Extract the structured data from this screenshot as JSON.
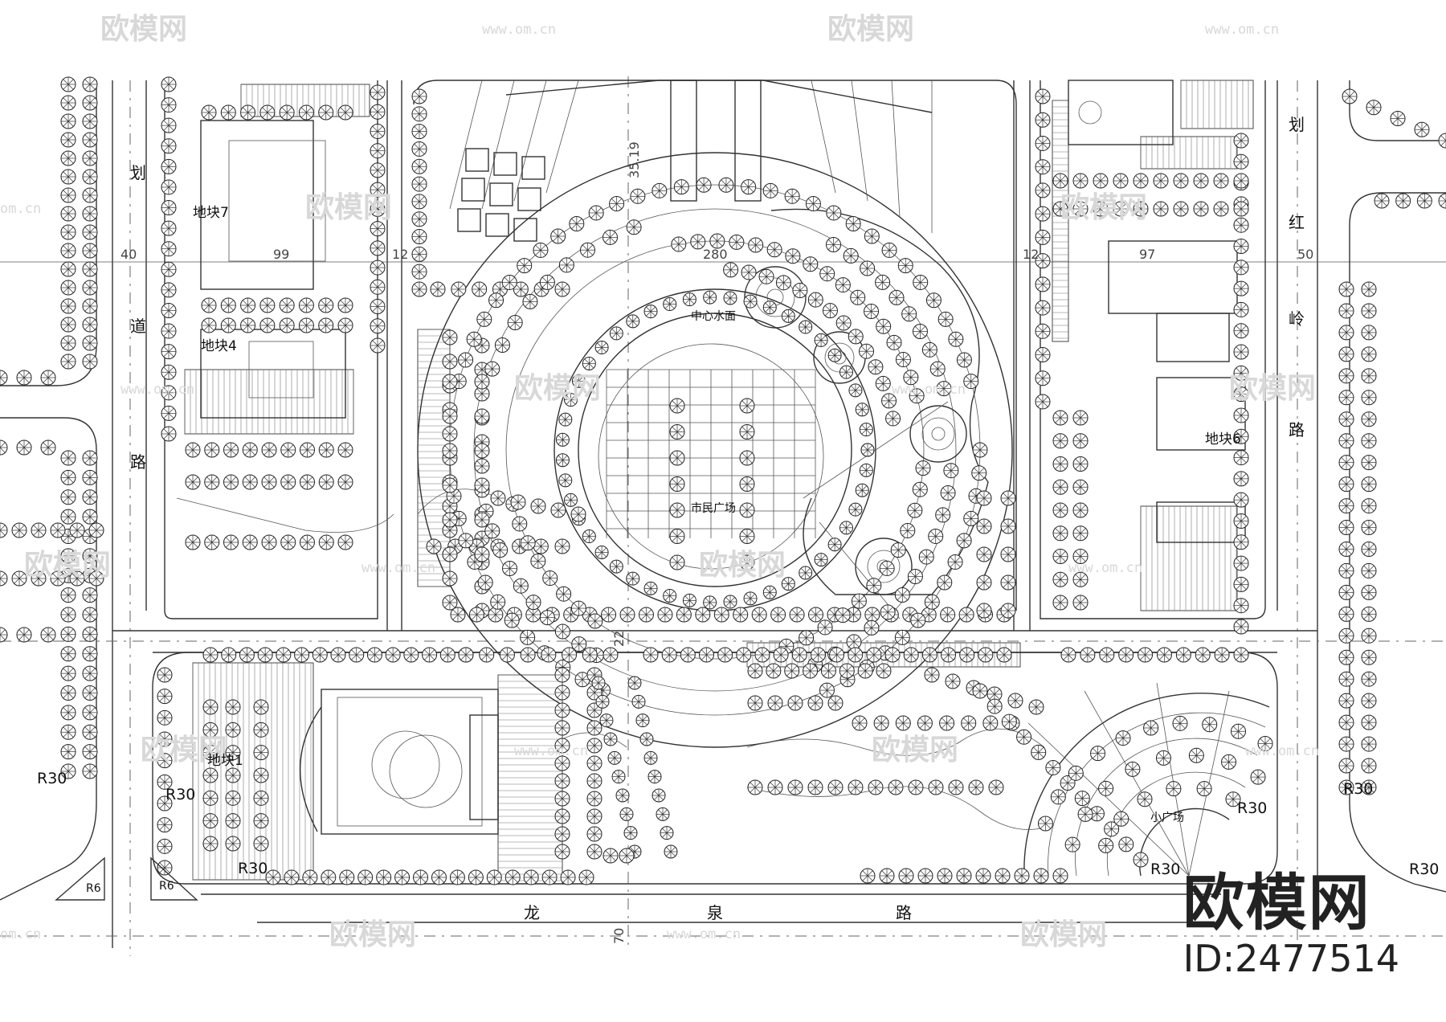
{
  "plan": {
    "blocks": {
      "block7": "地块7",
      "block4": "地块4",
      "block6": "地块6",
      "block1": "地块1"
    },
    "areas": {
      "central_water": "中心水面",
      "civic_plaza": "市民广场",
      "small_plaza": "小广场"
    },
    "roads": {
      "left_road": [
        "划",
        "道",
        "路"
      ],
      "right_road": [
        "划",
        "红",
        "岭",
        "路"
      ],
      "bottom_road": [
        "龙",
        "泉",
        "路"
      ]
    },
    "dimensions": {
      "d40": "40",
      "d99": "99",
      "d12a": "12",
      "d280": "280",
      "d12b": "12",
      "d97": "97",
      "d50": "50",
      "d3519": "35.19",
      "d22": "22",
      "d70": "70"
    },
    "radii": {
      "r30": "R30",
      "r6": "R6"
    }
  },
  "watermark": {
    "brand": "欧模网",
    "url": "www.om.cn",
    "edge": "om.cn"
  },
  "brand_mark": {
    "logo_text": "欧模网",
    "id_text": "ID:2477514"
  }
}
